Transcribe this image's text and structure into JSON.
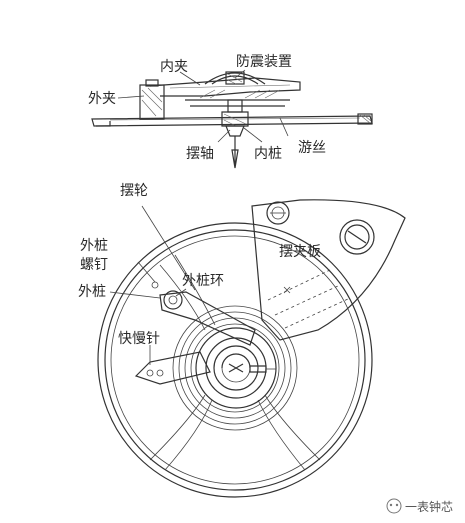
{
  "labels": {
    "inner_clamp": "内夹",
    "shock_device": "防震装置",
    "outer_clamp": "外夹",
    "balance_staff": "摆轴",
    "inner_stud": "内桩",
    "hairspring": "游丝",
    "balance_wheel": "摆轮",
    "outer_stud_screw_1": "外桩",
    "outer_stud_screw_2": "螺钉",
    "outer_stud_ring": "外桩环",
    "outer_stud": "外桩",
    "balance_bridge": "摆夹板",
    "regulator": "快慢针"
  },
  "watermark": {
    "text": "一表钟芯"
  }
}
